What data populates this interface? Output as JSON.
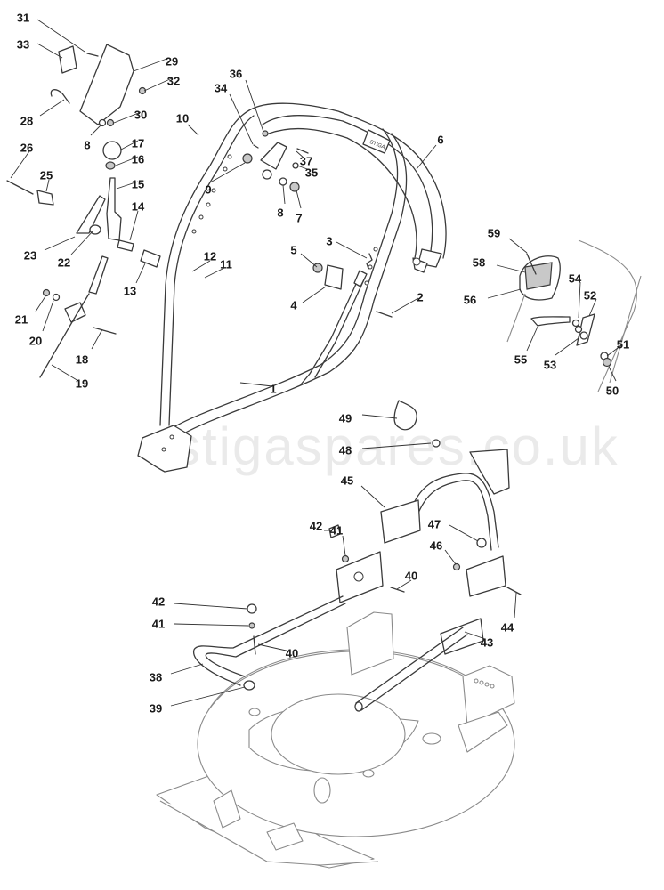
{
  "diagram": {
    "title": "Handle assembly exploded parts diagram",
    "watermark": "stigaspares.co.uk",
    "handle_badge_text": "STIGA",
    "callouts": [
      {
        "id": "1",
        "label": "1"
      },
      {
        "id": "2",
        "label": "2"
      },
      {
        "id": "3",
        "label": "3"
      },
      {
        "id": "4",
        "label": "4"
      },
      {
        "id": "5",
        "label": "5"
      },
      {
        "id": "6",
        "label": "6"
      },
      {
        "id": "7",
        "label": "7"
      },
      {
        "id": "8a",
        "label": "8"
      },
      {
        "id": "8b",
        "label": "8"
      },
      {
        "id": "9",
        "label": "9"
      },
      {
        "id": "10",
        "label": "10"
      },
      {
        "id": "11",
        "label": "11"
      },
      {
        "id": "12",
        "label": "12"
      },
      {
        "id": "13",
        "label": "13"
      },
      {
        "id": "14",
        "label": "14"
      },
      {
        "id": "15",
        "label": "15"
      },
      {
        "id": "16",
        "label": "16"
      },
      {
        "id": "17",
        "label": "17"
      },
      {
        "id": "18",
        "label": "18"
      },
      {
        "id": "19",
        "label": "19"
      },
      {
        "id": "20",
        "label": "20"
      },
      {
        "id": "21",
        "label": "21"
      },
      {
        "id": "22",
        "label": "22"
      },
      {
        "id": "23",
        "label": "23"
      },
      {
        "id": "25",
        "label": "25"
      },
      {
        "id": "26",
        "label": "26"
      },
      {
        "id": "28",
        "label": "28"
      },
      {
        "id": "29",
        "label": "29"
      },
      {
        "id": "30",
        "label": "30"
      },
      {
        "id": "31",
        "label": "31"
      },
      {
        "id": "32",
        "label": "32"
      },
      {
        "id": "33",
        "label": "33"
      },
      {
        "id": "34",
        "label": "34"
      },
      {
        "id": "35",
        "label": "35"
      },
      {
        "id": "36",
        "label": "36"
      },
      {
        "id": "37",
        "label": "37"
      },
      {
        "id": "38",
        "label": "38"
      },
      {
        "id": "39",
        "label": "39"
      },
      {
        "id": "40a",
        "label": "40"
      },
      {
        "id": "40b",
        "label": "40"
      },
      {
        "id": "41a",
        "label": "41"
      },
      {
        "id": "41b",
        "label": "41"
      },
      {
        "id": "42a",
        "label": "42"
      },
      {
        "id": "42b",
        "label": "42"
      },
      {
        "id": "43",
        "label": "43"
      },
      {
        "id": "44",
        "label": "44"
      },
      {
        "id": "45",
        "label": "45"
      },
      {
        "id": "46",
        "label": "46"
      },
      {
        "id": "47",
        "label": "47"
      },
      {
        "id": "48",
        "label": "48"
      },
      {
        "id": "49",
        "label": "49"
      },
      {
        "id": "50",
        "label": "50"
      },
      {
        "id": "51",
        "label": "51"
      },
      {
        "id": "52",
        "label": "52"
      },
      {
        "id": "53",
        "label": "53"
      },
      {
        "id": "54",
        "label": "54"
      },
      {
        "id": "55",
        "label": "55"
      },
      {
        "id": "56",
        "label": "56"
      },
      {
        "id": "58",
        "label": "58"
      },
      {
        "id": "59",
        "label": "59"
      }
    ]
  }
}
